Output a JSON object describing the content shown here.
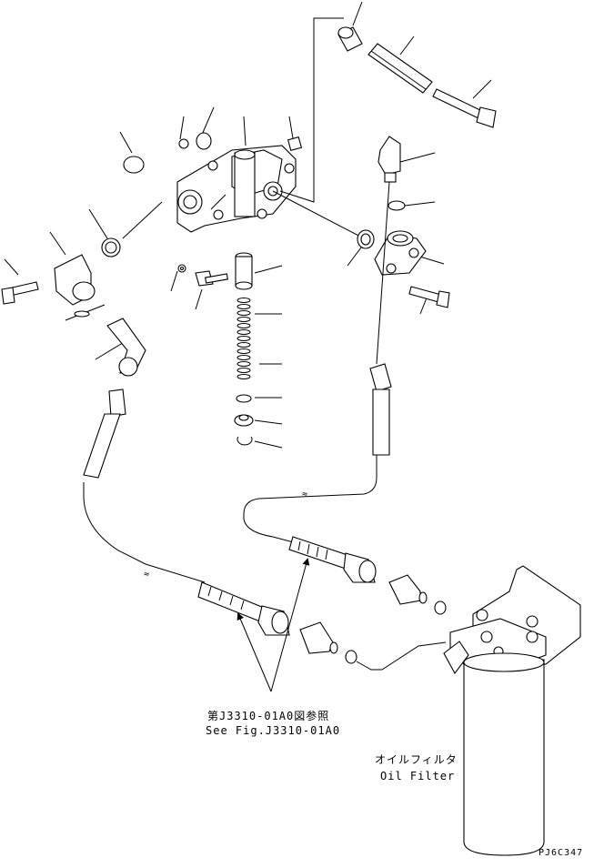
{
  "callout": {
    "line1": "第J3310-01A0図参照",
    "line2": "See Fig.J3310-01A0"
  },
  "filter_label": {
    "jp": "オイルフィルタ",
    "en": "Oil Filter"
  },
  "drawing_code": "PJ6C347"
}
